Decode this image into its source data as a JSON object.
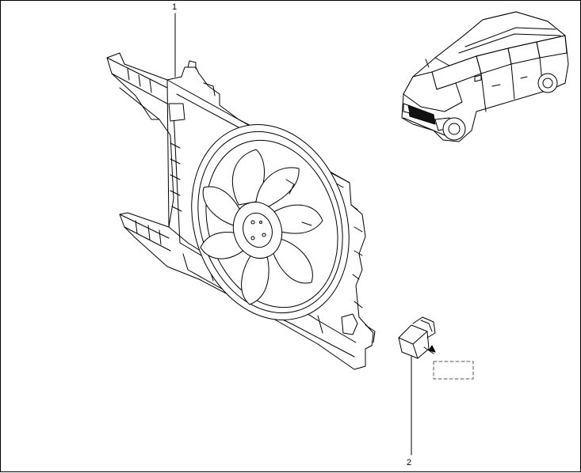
{
  "diagram": {
    "callouts": [
      {
        "id": "part-1",
        "label": "1"
      },
      {
        "id": "part-2",
        "label": "2"
      }
    ],
    "colors": {
      "line": "#000000",
      "background": "#ffffff",
      "dashed": "#555555"
    }
  }
}
